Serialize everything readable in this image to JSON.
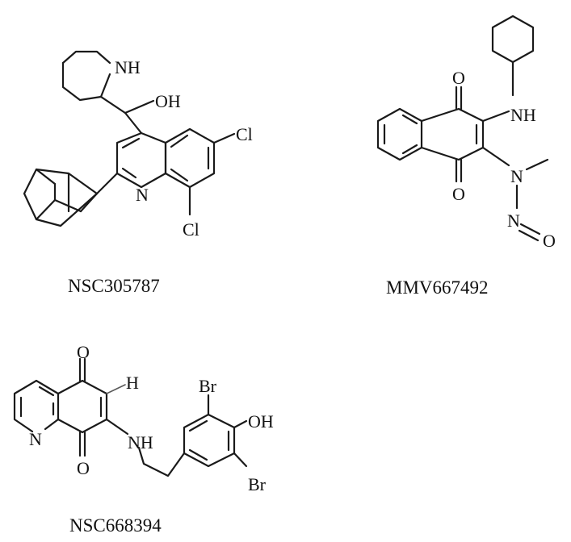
{
  "compounds": [
    {
      "name": "NSC305787",
      "atoms": {
        "nh": "NH",
        "oh": "OH",
        "n": "N",
        "cl_top": "Cl",
        "cl_bottom": "Cl"
      }
    },
    {
      "name": "MMV667492",
      "atoms": {
        "o_top": "O",
        "o_bottom": "O",
        "nh": "NH",
        "n": "N",
        "n_nitroso": "N",
        "o_nitroso": "O"
      }
    },
    {
      "name": "NSC668394",
      "atoms": {
        "o_top": "O",
        "o_bottom": "O",
        "h": "H",
        "n": "N",
        "nh": "NH",
        "br_top": "Br",
        "oh": "OH",
        "br_bottom": "Br"
      }
    }
  ]
}
